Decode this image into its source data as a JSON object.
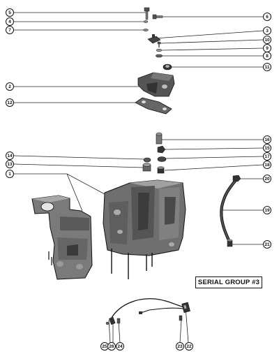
{
  "serial_group": "SERIAL GROUP #3",
  "callouts": [
    {
      "id": "c5",
      "label": "5"
    },
    {
      "id": "c4",
      "label": "4"
    },
    {
      "id": "c7",
      "label": "7"
    },
    {
      "id": "c6",
      "label": "6"
    },
    {
      "id": "c3",
      "label": "3"
    },
    {
      "id": "c10",
      "label": "10"
    },
    {
      "id": "c9",
      "label": "9"
    },
    {
      "id": "c8",
      "label": "8"
    },
    {
      "id": "c11",
      "label": "11"
    },
    {
      "id": "c2",
      "label": "2"
    },
    {
      "id": "c12",
      "label": "12"
    },
    {
      "id": "c16",
      "label": "16"
    },
    {
      "id": "c15",
      "label": "15"
    },
    {
      "id": "c14",
      "label": "14"
    },
    {
      "id": "c17",
      "label": "17"
    },
    {
      "id": "c13",
      "label": "13"
    },
    {
      "id": "c18",
      "label": "18"
    },
    {
      "id": "c1",
      "label": "1"
    },
    {
      "id": "c20",
      "label": "20"
    },
    {
      "id": "c19",
      "label": "19"
    },
    {
      "id": "c21",
      "label": "21"
    },
    {
      "id": "c25",
      "label": "25"
    },
    {
      "id": "c26",
      "label": "26"
    },
    {
      "id": "c24",
      "label": "24"
    },
    {
      "id": "c23",
      "label": "23"
    },
    {
      "id": "c22",
      "label": "22"
    }
  ]
}
